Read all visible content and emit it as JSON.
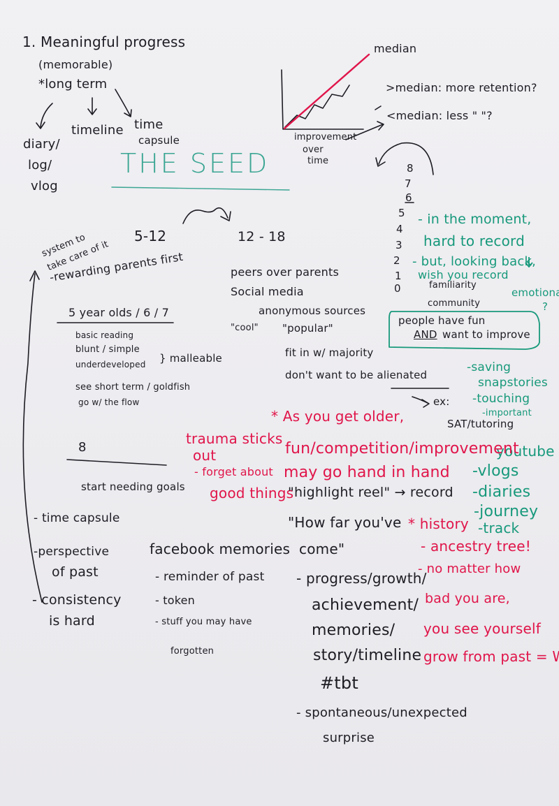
{
  "board": {
    "title": "THE SEED",
    "section1": {
      "heading": "1. Meaningful progress",
      "sub": "(memorable)",
      "long_term": "*long term",
      "diary": "diary/",
      "log": "log/",
      "vlog": "vlog",
      "timeline": "timeline",
      "time": "time",
      "capsule": "capsule"
    },
    "graph": {
      "median": "median",
      "axis_label_1": "improvement",
      "axis_label_2": "over",
      "axis_label_3": "time",
      "above_median": ">median: more retention?",
      "below_median": "<median: less \"      \"?"
    },
    "scale": {
      "numbers": [
        "8",
        "7",
        "6",
        "5",
        "4",
        "3",
        "2",
        "1",
        "0"
      ],
      "note_line1": "- in the moment,",
      "note_line2": "hard to record",
      "note_line3": "- but, looking back,",
      "note_line4": "wish you record",
      "familiarity": "familiarity",
      "emotional": "emotional",
      "emotional_q": "?",
      "community": "community",
      "box_line1": "people have fun",
      "box_line2_and": "AND",
      "box_line2_rest": "want to improve"
    },
    "ages_5_12": {
      "label": "5-12",
      "system_1": "system to",
      "system_2": "take care of it",
      "rewarding": "-rewarding parents first",
      "five_year_olds": "5 year olds / 6 / 7",
      "basic_reading": "basic reading",
      "blunt": "blunt / simple",
      "underdeveloped": "underdeveloped",
      "malleable": "} malleable",
      "short_term": "see short term / goldfish",
      "go_with_flow": "go w/ the flow"
    },
    "ages_12_18": {
      "label": "12 - 18",
      "peers": "peers over parents",
      "social_media": "Social media",
      "anonymous": "anonymous sources",
      "cool": "\"cool\"",
      "popular": "\"popular\"",
      "fit_in": "fit in w/ majority",
      "dont_want": "don't want to be alienated",
      "ex": "ex:",
      "sat": "SAT/tutoring"
    },
    "examples_green": {
      "saving": "-saving",
      "snapstories": "snapstories",
      "touching": "-touching",
      "important": "-important",
      "youtube": "youtube",
      "vlogs": "-vlogs",
      "diaries": "-diaries",
      "journey": "-journey",
      "track": "-track"
    },
    "age_8": {
      "label": "8",
      "start_goals": "start needing goals",
      "time_capsule": "- time capsule",
      "perspective_1": "-perspective",
      "perspective_2": "of past",
      "consistency_1": "- consistency",
      "consistency_2": "is hard"
    },
    "red_notes": {
      "older": "* As you get older,",
      "trauma_1": "trauma sticks",
      "trauma_2": "out",
      "fun": "fun/competition/improvement",
      "forget": "- forget about",
      "good_things": "good things",
      "hand_in_hand": "may go hand in hand",
      "history": "* history",
      "ancestry": "- ancestry tree!",
      "no_matter": "- no matter how",
      "bad": "bad you are,",
      "see_yourself": "you see yourself",
      "grow": "grow from past = WIN"
    },
    "facebook": {
      "heading": "facebook memories",
      "reminder": "- reminder of past",
      "token": "- token",
      "stuff": "- stuff you may have",
      "forgotten": "forgotten"
    },
    "highlight": {
      "reel": "\"highlight reel\" → record",
      "how_far": "\"How far you've",
      "come": "come\"",
      "progress": "- progress/growth/",
      "achievement": "achievement/",
      "memories": "memories/",
      "story": "story/timeline",
      "tbt": "#tbt",
      "spontaneous": "- spontaneous/unexpected",
      "surprise": "surprise"
    }
  }
}
